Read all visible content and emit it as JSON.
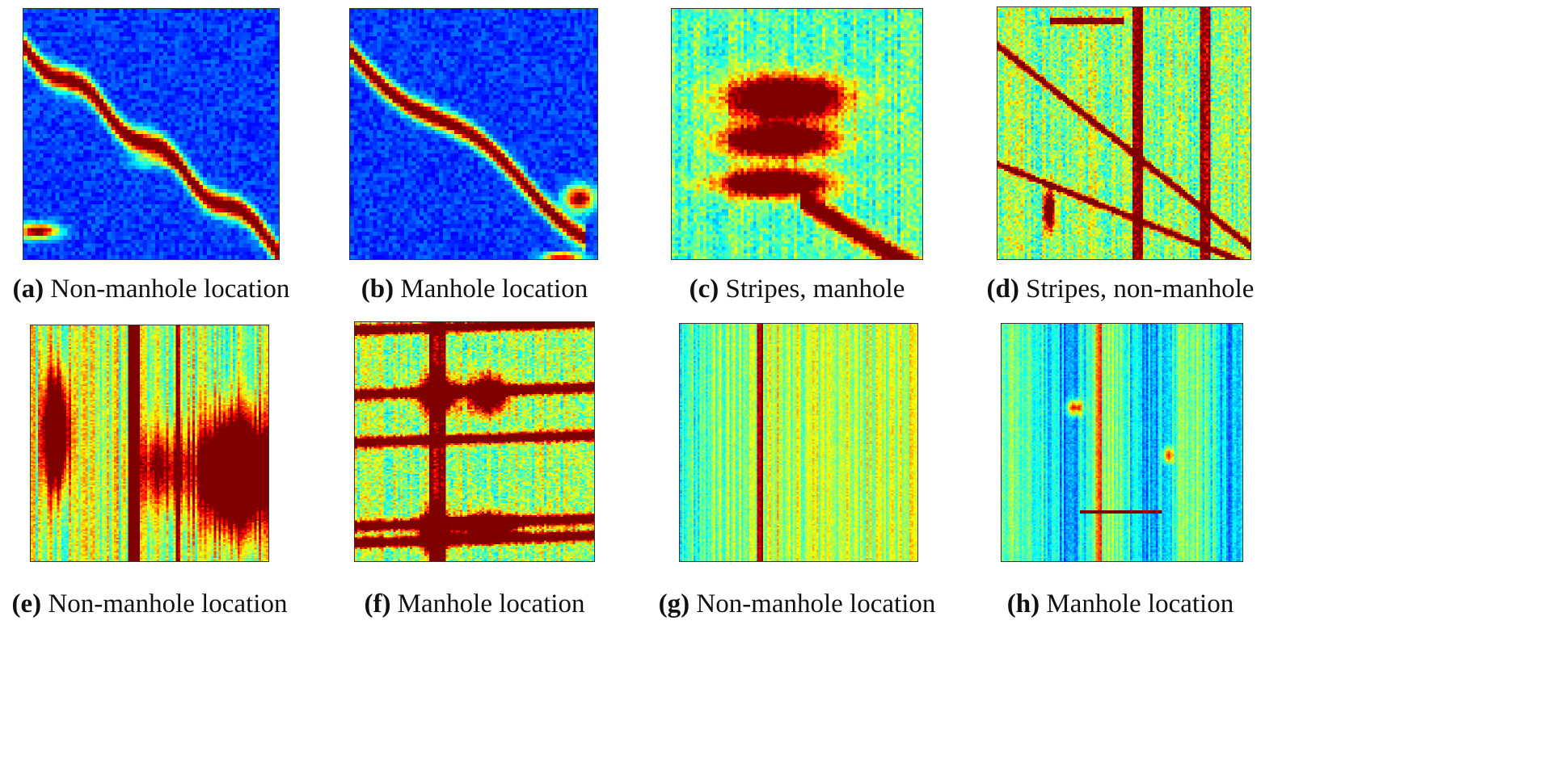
{
  "figure": {
    "panels": [
      {
        "id": "a",
        "label": "(a)",
        "caption": "Non-manhole location",
        "pattern": "diagonal-trace"
      },
      {
        "id": "b",
        "label": "(b)",
        "caption": "Manhole location",
        "pattern": "diagonal-trace"
      },
      {
        "id": "c",
        "label": "(c)",
        "caption": "Stripes, manhole",
        "pattern": "stripes-blobs"
      },
      {
        "id": "d",
        "label": "(d)",
        "caption": "Stripes, non-manhole",
        "pattern": "stripes-diagonals"
      },
      {
        "id": "e",
        "label": "(e)",
        "caption": "Non-manhole location",
        "pattern": "vertical-stripes-blob"
      },
      {
        "id": "f",
        "label": "(f)",
        "caption": "Manhole location",
        "pattern": "horizontal-streaks"
      },
      {
        "id": "g",
        "label": "(g)",
        "caption": "Non-manhole location",
        "pattern": "faint-stripes"
      },
      {
        "id": "h",
        "label": "(h)",
        "caption": "Manhole location",
        "pattern": "faint-spots"
      }
    ],
    "colormap": "jet"
  }
}
